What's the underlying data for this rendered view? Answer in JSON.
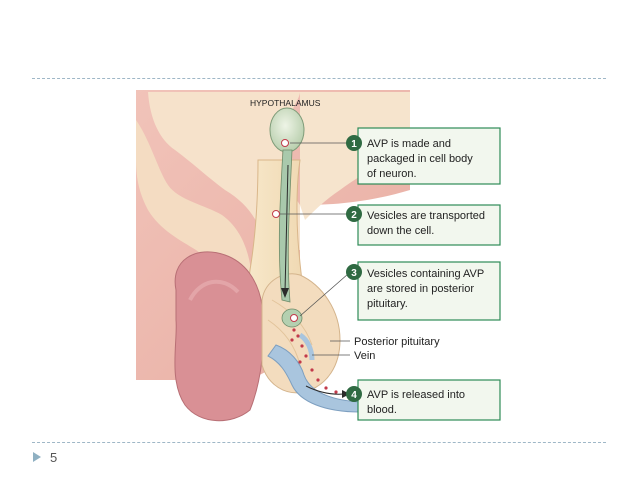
{
  "region_label": "HYPOTHALAMUS",
  "steps": [
    {
      "num": "1",
      "lines": [
        "AVP is made and",
        "packaged in cell body",
        "of neuron."
      ]
    },
    {
      "num": "2",
      "lines": [
        "Vesicles are transported",
        "down the cell."
      ]
    },
    {
      "num": "3",
      "lines": [
        "Vesicles containing AVP",
        "are stored in posterior",
        "pituitary."
      ]
    },
    {
      "num": "4",
      "lines": [
        "AVP is released into",
        "blood."
      ]
    }
  ],
  "structure_labels": {
    "posterior": "Posterior pituitary",
    "vein": "Vein"
  },
  "slide_number": "5",
  "colors": {
    "box_fill": "#f2f7ee",
    "box_border": "#2e8b57",
    "badge": "#2f6a42",
    "tissue_pink": "#e7aaa0",
    "anterior": "#d98f92",
    "neuron": "#a9c9ac",
    "vesicle": "#c23a4a"
  }
}
